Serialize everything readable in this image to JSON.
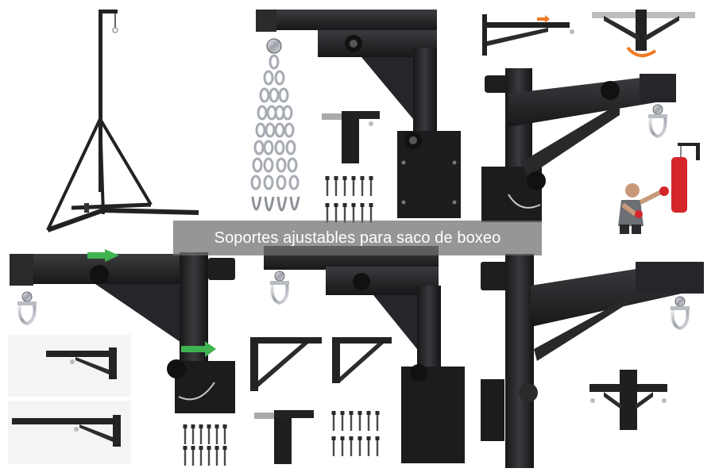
{
  "caption": {
    "text": "Soportes ajustables para saco de boxeo"
  },
  "colors": {
    "steel": "#1f1f22",
    "steel_light": "#3a3a3e",
    "chrome": "#c9ccd2",
    "bag_red": "#d4262b",
    "arrow_orange": "#f07a25",
    "arrow_green": "#3fb34f",
    "caption_bg": "#6e6e6e"
  },
  "icons": [
    "punching-bag-stand",
    "wall-bracket-arm",
    "chain-icon",
    "shackle-icon",
    "screw-set",
    "boxer-figure",
    "orange-arrow-icon",
    "green-arrow-icon"
  ]
}
